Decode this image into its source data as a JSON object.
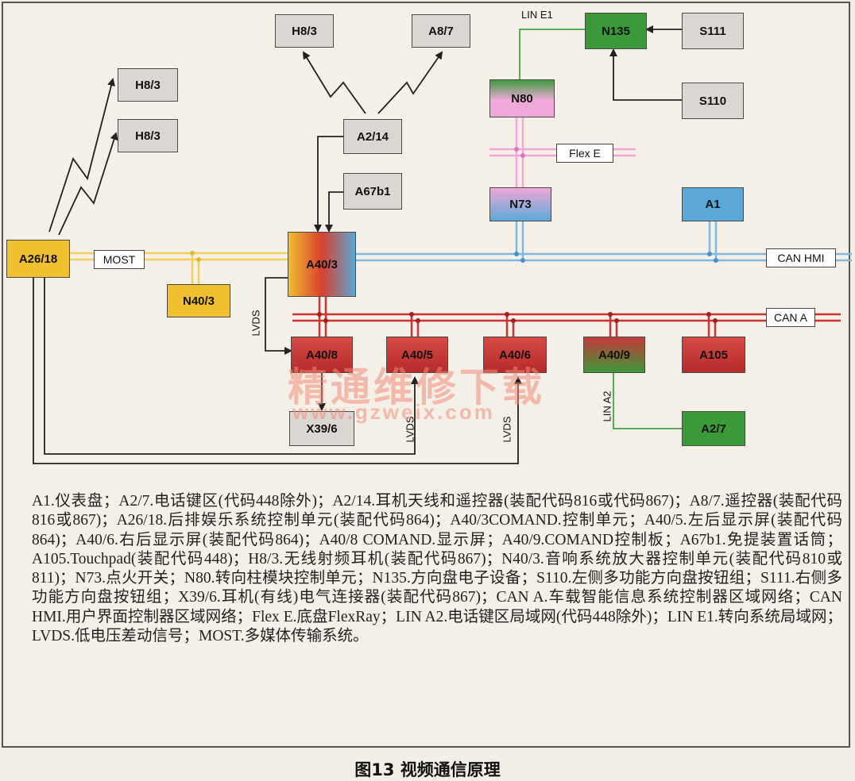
{
  "colors": {
    "most": "#f0d060",
    "can_hmi": "#7fb8e0",
    "can_a": "#cc3333",
    "flex_e": "#f0a8d8",
    "lin": "#5aa85a",
    "grey_box": "#dcd6d2",
    "yellow_box": "#f0c030",
    "red_box": "#c83838",
    "green_box": "#3a9a3a",
    "blue_box": "#5aa8d8"
  },
  "nodes": {
    "h83_top": "H8/3",
    "a87": "A8/7",
    "h83_left1": "H8/3",
    "h83_left2": "H8/3",
    "a214": "A2/14",
    "a67b1": "A67b1",
    "a2618": "A26/18",
    "n403": "N40/3",
    "a403": "A40/3",
    "a408": "A40/8",
    "a405": "A40/5",
    "a406": "A40/6",
    "a409": "A40/9",
    "a105": "A105",
    "x396": "X39/6",
    "a27": "A2/7",
    "n135": "N135",
    "s111": "S111",
    "s110": "S110",
    "n80": "N80",
    "n73": "N73",
    "a1": "A1"
  },
  "bus_labels": {
    "most": "MOST",
    "can_hmi": "CAN HMI",
    "can_a": "CAN A",
    "flex_e": "Flex E",
    "lin_e1": "LIN E1",
    "lin_a2": "LIN A2",
    "lvds1": "LVDS",
    "lvds2": "LVDS",
    "lvds3": "LVDS"
  },
  "watermark": {
    "text": "精通维修下载",
    "url": "www.gzweix.com"
  },
  "caption": "A1.仪表盘；A2/7.电话键区(代码448除外)；A2/14.耳机天线和遥控器(装配代码816或代码867)；A8/7.遥控器(装配代码816或867)；A26/18.后排娱乐系统控制单元(装配代码864)；A40/3COMAND.控制单元；A40/5.左后显示屏(装配代码864)；A40/6.右后显示屏(装配代码864)；A40/8 COMAND.显示屏；A40/9.COMAND控制板；A67b1.免提装置话筒；A105.Touchpad(装配代码448)；H8/3.无线射频耳机(装配代码867)；N40/3.音响系统放大器控制单元(装配代码810或811)；N73.点火开关；N80.转向柱模块控制单元；N135.方向盘电子设备；S110.左侧多功能方向盘按钮组；S111.右侧多功能方向盘按钮组；X39/6.耳机(有线)电气连接器(装配代码867)；CAN A.车载智能信息系统控制器区域网络；CAN HMI.用户界面控制器区域网络；Flex E.底盘FlexRay；LIN A2.电话键区局域网(代码448除外)；LIN E1.转向系统局域网；LVDS.低电压差动信号；MOST.多媒体传输系统。",
  "figure_title": "图13 视频通信原理"
}
